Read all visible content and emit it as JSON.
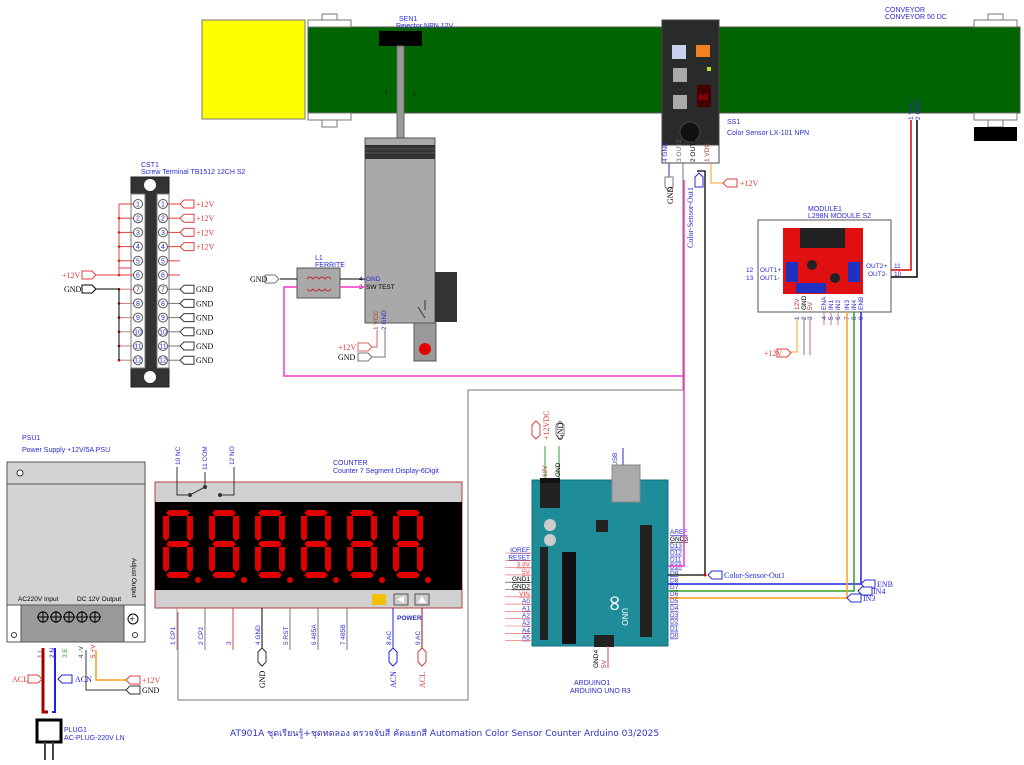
{
  "title": "AT901A ชุดเรียนรู้+ชุดทดลอง ตรวจจับสี คัดแยกสี Automation Color Sensor Counter Arduino 03/2025",
  "colors": {
    "conveyor": "#006400",
    "box": "#ffff00",
    "label_blue": "#2b2bd0",
    "power_red": "#e04040",
    "wire_magenta": "#ff33cc",
    "wire_orange": "#f5a020",
    "wire_green": "#30a030",
    "wire_blue": "#2020e0",
    "arduino": "#1f8c9a",
    "seg_on": "#e00000"
  },
  "conveyor": {
    "ref": "CONVEYOR",
    "name": "CONVEYOR 50 DC",
    "pins": [
      "1 VCC",
      "2 GND"
    ]
  },
  "sen1": {
    "ref": "SEN1",
    "name": "Rejector NPN 12V"
  },
  "ss1": {
    "ref": "SS1",
    "name": "Color Sensor LX-101 NPN",
    "pins": [
      "4 GND",
      "3 OUT2",
      "2 OUT1",
      "1 VDC"
    ]
  },
  "cst1": {
    "ref": "CST1",
    "name": "Screw Terminal TB1512 12CH S2",
    "left_numbers": [
      "1",
      "2",
      "3",
      "4",
      "5",
      "6",
      "7",
      "8",
      "9",
      "10",
      "11",
      "12"
    ],
    "right_numbers": [
      "1",
      "2",
      "3",
      "4",
      "5",
      "6",
      "7",
      "8",
      "9",
      "10",
      "11",
      "12"
    ],
    "right_labels": [
      "+12V",
      "+12V",
      "+12V",
      "+12V",
      "",
      "",
      "GND",
      "GND",
      "GND",
      "GND",
      "GND",
      "GND"
    ],
    "left_in_12v": "+12V",
    "left_in_gnd": "GND"
  },
  "l1": {
    "ref": "L1",
    "name": "FERRITE",
    "gnd_port": "GND"
  },
  "rejector_pins": {
    "p4": "4",
    "p4_name": "GND",
    "p3": "3",
    "p3_name": "SW TEST",
    "vcc": "1 VCC",
    "gnd": "2 GND",
    "port_12v": "+12V",
    "port_gnd": "GND"
  },
  "ss1_ports": {
    "gnd": "GND",
    "out": "Color-Sensor-Out1",
    "vdc": "+12V"
  },
  "module1": {
    "ref": "MODULE1",
    "name": "L298N MODULE S2",
    "left_pins": [
      {
        "num": "12",
        "name": "OUT1+"
      },
      {
        "num": "13",
        "name": "OUT1-"
      }
    ],
    "right_pins": [
      {
        "num": "11",
        "name": "OUT2+"
      },
      {
        "num": "10",
        "name": "OUT2-"
      }
    ],
    "bottom_pins": [
      "12V",
      "GND",
      "5V",
      "ENA",
      "IN1",
      "IN2",
      "IN3",
      "IN4",
      "ENB"
    ],
    "bottom_nums": [
      "1",
      "2",
      "3",
      "4",
      "5",
      "6",
      "7",
      "8",
      "9"
    ],
    "port_12v": "+12V"
  },
  "psu1": {
    "ref": "PSU1",
    "name": "Power Supply +12V/5A PSU",
    "input_label": "AC220V Input",
    "output_label": "DC 12V Output",
    "adjust_label": "Adjust Output",
    "pins": [
      "1 L",
      "2 N",
      "3 E",
      "4 -V",
      "5 +V"
    ],
    "ports": {
      "acl": "ACL",
      "acn": "ACN",
      "v12": "+12V",
      "gnd": "GND"
    }
  },
  "plug1": {
    "ref": "PLUG1",
    "name": "AC-PLUG-220V LN"
  },
  "counter": {
    "ref": "COUNTER",
    "name": "Counter 7 Segment Display-6Digit",
    "relay_pins": [
      "10 NC",
      "11 COM",
      "12 NO"
    ],
    "digits": [
      "8.",
      "8.",
      "8.",
      "8.",
      "8.",
      "8."
    ],
    "bottom_pins": [
      "1 CP1",
      "2 CP2",
      "3",
      "4 GND",
      "5 RST",
      "6 485A",
      "7 485B",
      "8 AC",
      "9 AC"
    ],
    "power_label": "POWER",
    "ports": {
      "gnd": "GND",
      "acn": "ACN",
      "acl": "ACL"
    }
  },
  "arduino1": {
    "ref": "ARDUINO1",
    "name": "ARDUINO UNO R3",
    "top_ports": {
      "v12": "+12VDC",
      "gnd": "GND"
    },
    "top_pins": [
      "12V",
      "GND",
      "USB"
    ],
    "left_pins": [
      "IOREF",
      "RESET",
      "3.3V",
      "5V",
      "GND1",
      "GND2",
      "VIN",
      "A0",
      "A1",
      "A2",
      "A3",
      "A4",
      "A5"
    ],
    "right_pins": [
      "AREF",
      "GND3",
      "D13",
      "D12",
      "D11",
      "D10",
      "D9",
      "D8",
      "D7",
      "D6",
      "D5",
      "D4",
      "D3",
      "D2",
      "D1",
      "D0"
    ],
    "bottom_pins": [
      "GND4",
      "5V"
    ],
    "net_labels": {
      "d9": "Color-Sensor-Out1",
      "enb": "ENB",
      "in4": "IN4",
      "in3": "IN3"
    }
  }
}
